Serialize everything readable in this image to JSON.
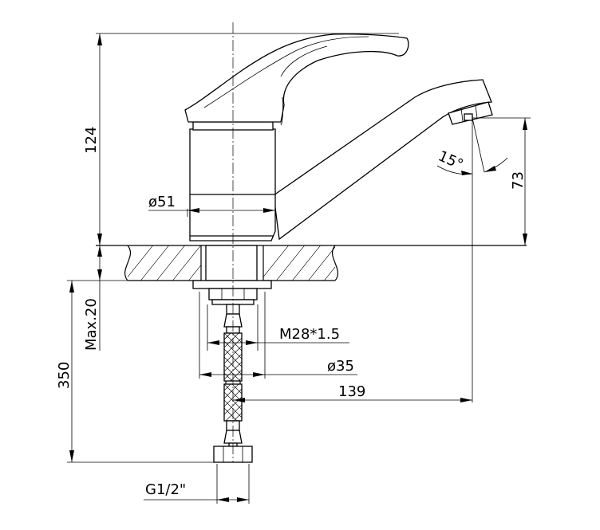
{
  "dimensions": {
    "height_total": "124",
    "spout_height": "73",
    "body_diameter": "ø51",
    "spout_angle": "15°",
    "max_thickness": "Max.20",
    "hose_length": "350",
    "thread": "M28*1.5",
    "base_diameter": "ø35",
    "spout_reach": "139",
    "connection": "G1/2\""
  }
}
